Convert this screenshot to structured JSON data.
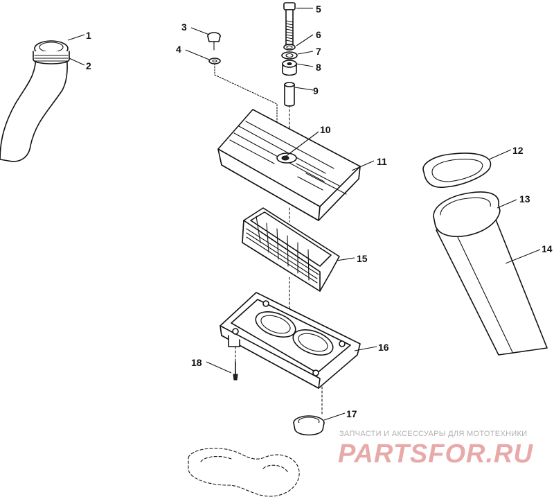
{
  "callouts": [
    {
      "id": "1",
      "label": "1"
    },
    {
      "id": "2",
      "label": "2"
    },
    {
      "id": "3",
      "label": "3"
    },
    {
      "id": "4",
      "label": "4"
    },
    {
      "id": "5",
      "label": "5"
    },
    {
      "id": "6",
      "label": "6"
    },
    {
      "id": "7",
      "label": "7"
    },
    {
      "id": "8",
      "label": "8"
    },
    {
      "id": "9",
      "label": "9"
    },
    {
      "id": "10",
      "label": "10"
    },
    {
      "id": "11",
      "label": "11"
    },
    {
      "id": "12",
      "label": "12"
    },
    {
      "id": "13",
      "label": "13"
    },
    {
      "id": "14",
      "label": "14"
    },
    {
      "id": "15",
      "label": "15"
    },
    {
      "id": "16",
      "label": "16"
    },
    {
      "id": "17",
      "label": "17"
    },
    {
      "id": "18",
      "label": "18"
    }
  ],
  "watermark": {
    "caption": "ЗАПЧАСТИ И АКСЕССУАРЫ ДЛЯ МОТОТЕХНИКИ",
    "logo": "PARTSFOR.RU",
    "caption_color": "#b0b0b0",
    "logo_color": "#e8a9a9"
  }
}
